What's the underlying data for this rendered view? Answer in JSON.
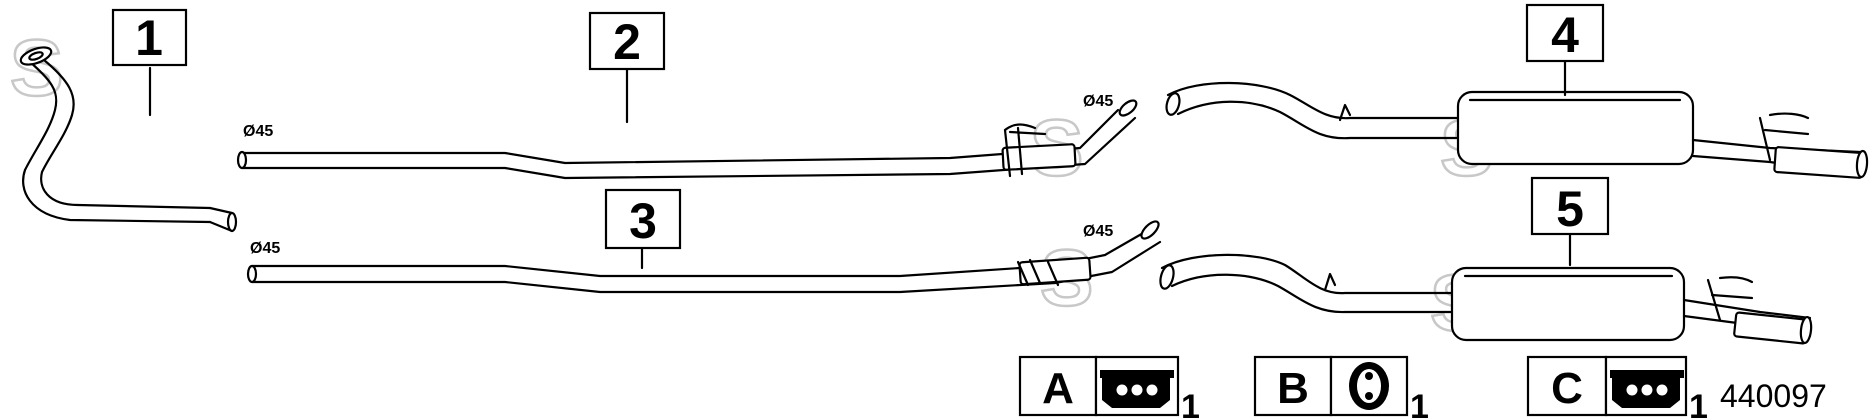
{
  "callouts": [
    "1",
    "2",
    "3",
    "4",
    "5"
  ],
  "diameters": [
    "Ø45",
    "Ø45",
    "Ø45",
    "Ø45"
  ],
  "watermark": "S",
  "legend": [
    {
      "letter": "A",
      "qty": "1",
      "icon": "rubber-hanger-3-hole-icon"
    },
    {
      "letter": "B",
      "qty": "1",
      "icon": "rubber-ring-hanger-icon"
    },
    {
      "letter": "C",
      "qty": "1",
      "icon": "rubber-hanger-3-hole-icon"
    }
  ],
  "reference_number": "440097"
}
